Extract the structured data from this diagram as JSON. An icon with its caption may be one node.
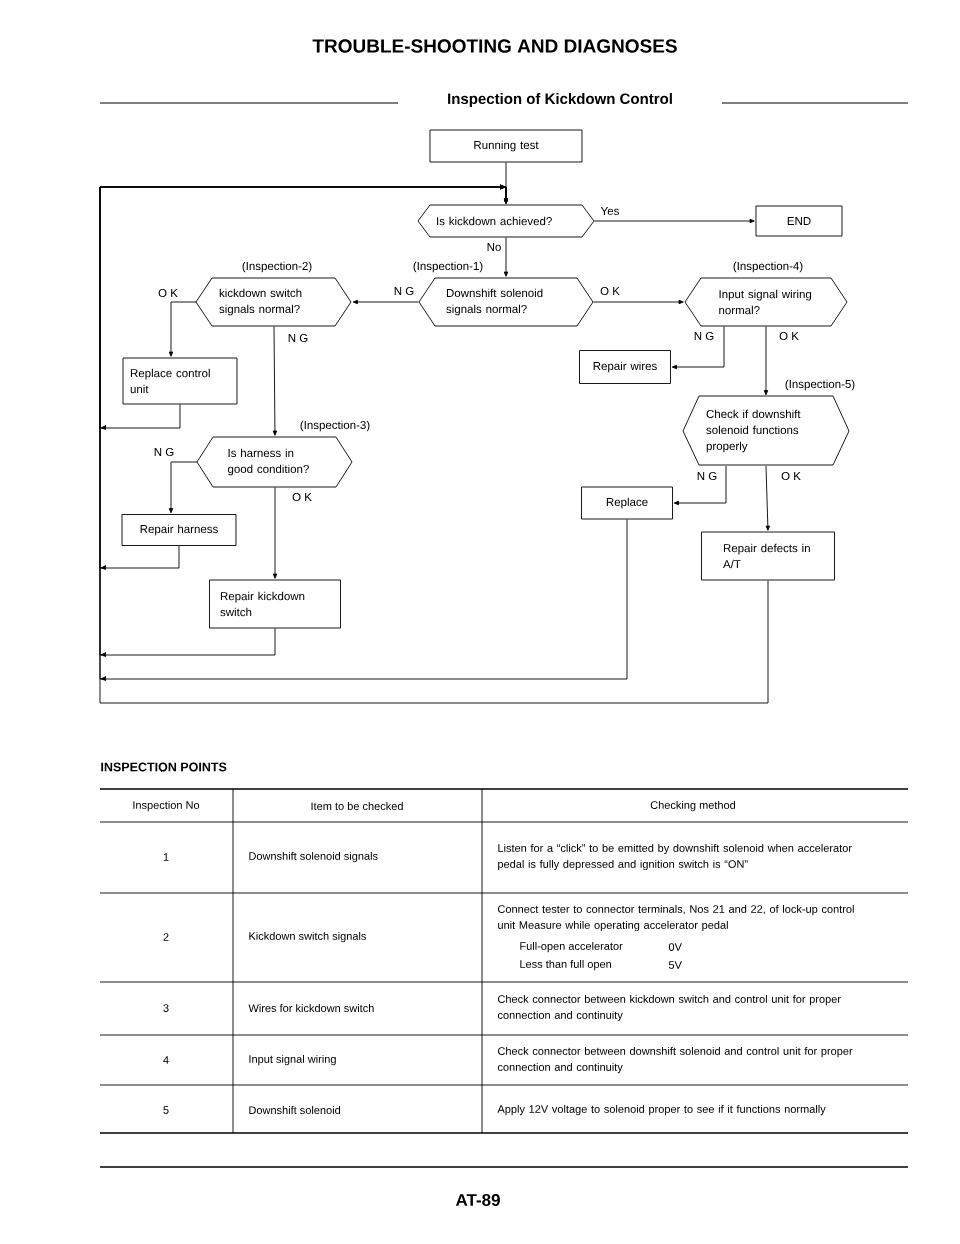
{
  "diagram": {
    "title": "TROUBLE-SHOOTING AND DIAGNOSES",
    "nodes": [
      {
        "text": [
          "Running test"
        ]
      },
      {
        "text": [
          "Is kickdown achieved?"
        ]
      },
      {
        "text": [
          "END"
        ]
      },
      {
        "text": [
          "Downshift solenoid signals normal?"
        ],
        "beside": [
          "(Inspection-1)"
        ]
      },
      {
        "text": [
          "kickdown switch signals normal?"
        ],
        "beside": [
          "(Inspection-2)"
        ]
      },
      {
        "text": [
          "Input signal wiring normal?"
        ],
        "beside": [
          "(Inspection-4)"
        ]
      },
      {
        "text": [
          "Replace control unit"
        ]
      },
      {
        "text": [
          "Repair wires"
        ]
      },
      {
        "text": [
          "Is harness in good condition?"
        ],
        "beside": [
          "(Inspection-3)"
        ]
      },
      {
        "text": [
          "Check if downshift solenoid functions properly"
        ],
        "beside": [
          "(Inspection-5)"
        ]
      },
      {
        "text": [
          "Repair harness"
        ]
      },
      {
        "text": [
          "Replace"
        ]
      },
      {
        "text": [
          "Repair defects in A/T"
        ]
      },
      {
        "text": [
          "Repair kickdown switch"
        ]
      }
    ],
    "edges": [
      {
        "from": 0,
        "to": 1,
        "arrow": "to"
      },
      {
        "from": 1,
        "to": 2,
        "arrow": "to",
        "label": "Yes"
      },
      {
        "from": 1,
        "to": 3,
        "arrow": "to",
        "label": "No"
      },
      {
        "from": 3,
        "to": 4,
        "arrow": "to",
        "label": "N G"
      },
      {
        "from": 3,
        "to": 5,
        "arrow": "to",
        "label": "O K"
      },
      {
        "from": 4,
        "to": 6,
        "arrow": "to",
        "label": "O K"
      },
      {
        "from": 4,
        "to": 8,
        "arrow": "to",
        "label": "N G"
      },
      {
        "from": 5,
        "to": 7,
        "arrow": "to",
        "label": "N G"
      },
      {
        "from": 5,
        "to": 9,
        "arrow": "to",
        "label": "O K"
      },
      {
        "from": 8,
        "to": 10,
        "arrow": "to",
        "label": "N G"
      },
      {
        "from": 8,
        "to": 13,
        "arrow": "to",
        "label": "O K"
      },
      {
        "from": 9,
        "to": 11,
        "arrow": "to",
        "label": "N G"
      },
      {
        "from": 9,
        "to": 12,
        "arrow": "to",
        "label": "O K"
      },
      {
        "from": 6,
        "to": 1,
        "arrow": "to"
      },
      {
        "from": 10,
        "to": 1,
        "arrow": "to"
      },
      {
        "from": 13,
        "to": 1,
        "arrow": "to"
      },
      {
        "from": 11,
        "to": 1,
        "arrow": "to"
      },
      {
        "from": 12,
        "to": 1,
        "arrow": "to"
      }
    ],
    "labels": [
      "Inspection of Kickdown Control",
      "INSPECTION POINTS",
      "Inspection No",
      "Item to be checked",
      "Checking method",
      "1",
      "Downshift solenoid signals",
      "Listen for a “click” to be emitted by downshift solenoid when accelerator pedal is fully depressed and ignition switch is “ON”",
      "2",
      "Kickdown switch signals",
      "Connect tester to connector terminals, Nos 21 and 22, of lock-up control unit Measure while operating accelerator pedal",
      "Full-open accelerator",
      "0V",
      "Less than full open",
      "5V",
      "3",
      "Wires for kickdown switch",
      "Check connector between kickdown switch and control unit for proper connection and continuity",
      "4",
      "Input signal wiring",
      "Check connector between downshift solenoid and control unit for proper connection and continuity",
      "5",
      "Downshift solenoid",
      "Apply 12V voltage to solenoid proper to see if it functions normally",
      "AT-89"
    ]
  }
}
